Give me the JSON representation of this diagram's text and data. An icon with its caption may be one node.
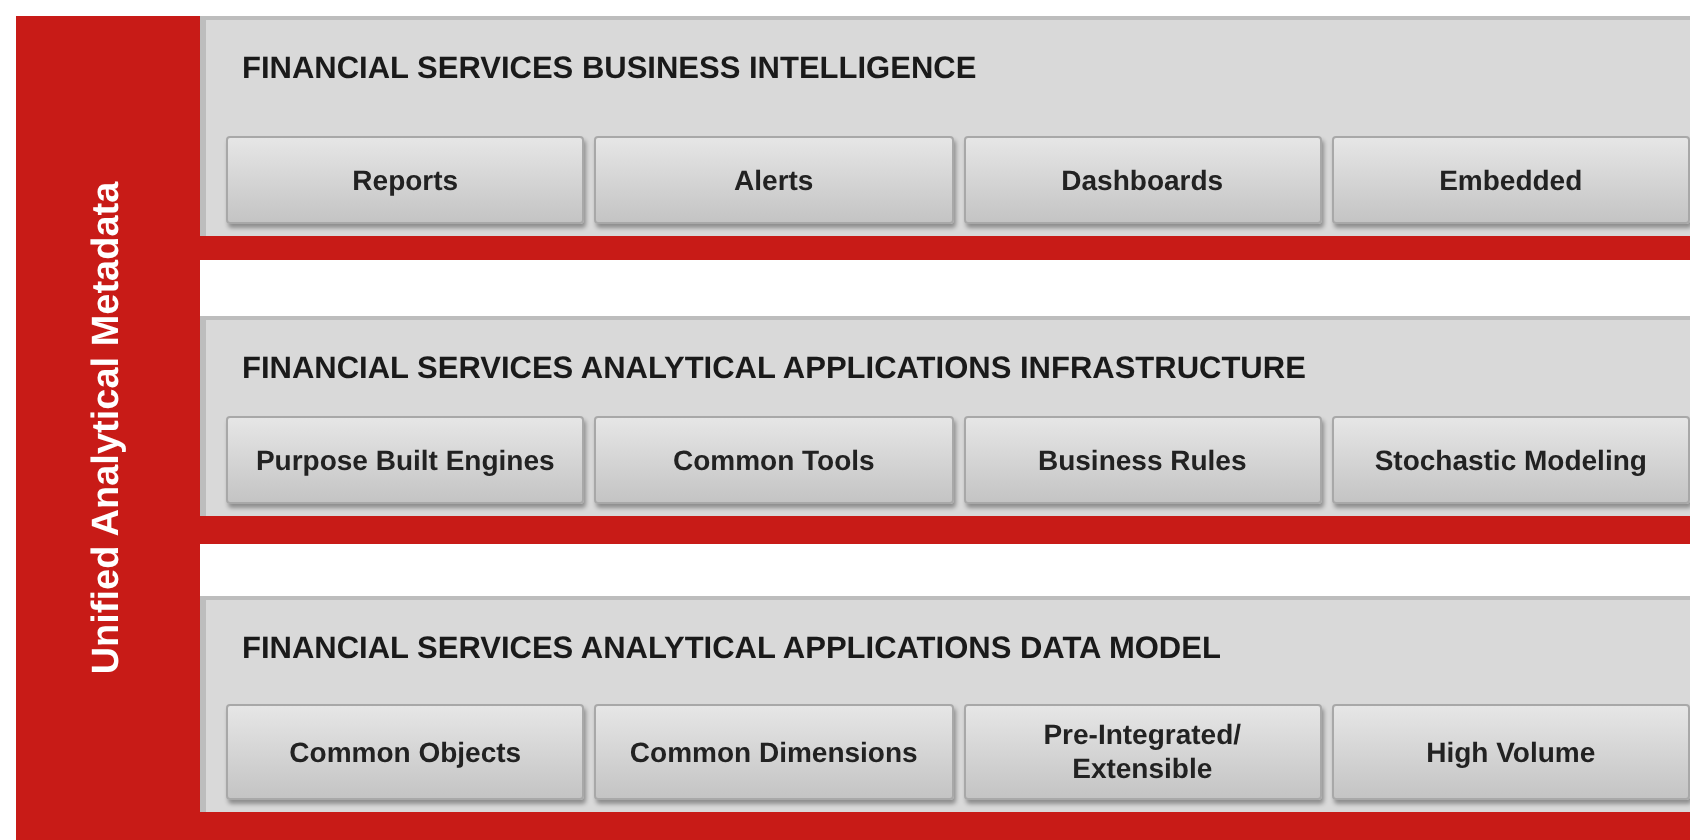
{
  "diagram": {
    "nodes": [
      {
        "text": [
          "Unified Analytical Metadata"
        ]
      },
      {
        "text": [
          "FINANCIAL SERVICES BUSINESS INTELLIGENCE"
        ]
      },
      {
        "text": [
          "Reports"
        ],
        "in": 1
      },
      {
        "text": [
          "Alerts"
        ],
        "in": 1
      },
      {
        "text": [
          "Dashboards"
        ],
        "in": 1
      },
      {
        "text": [
          "Embedded"
        ],
        "in": 1
      },
      {
        "text": [
          "FINANCIAL SERVICES ANALYTICAL APPLICATIONS INFRASTRUCTURE"
        ]
      },
      {
        "text": [
          "Purpose Built Engines"
        ],
        "in": 6
      },
      {
        "text": [
          "Common Tools"
        ],
        "in": 6
      },
      {
        "text": [
          "Business Rules"
        ],
        "in": 6
      },
      {
        "text": [
          "Stochastic Modeling"
        ],
        "in": 6
      },
      {
        "text": [
          "FINANCIAL SERVICES ANALYTICAL APPLICATIONS DATA MODEL"
        ]
      },
      {
        "text": [
          "Common Objects"
        ],
        "in": 11
      },
      {
        "text": [
          "Common Dimensions"
        ],
        "in": 11
      },
      {
        "text": [
          "Pre-Integrated/ Extensible"
        ],
        "in": 11
      },
      {
        "text": [
          "High Volume"
        ],
        "in": 11
      }
    ]
  }
}
